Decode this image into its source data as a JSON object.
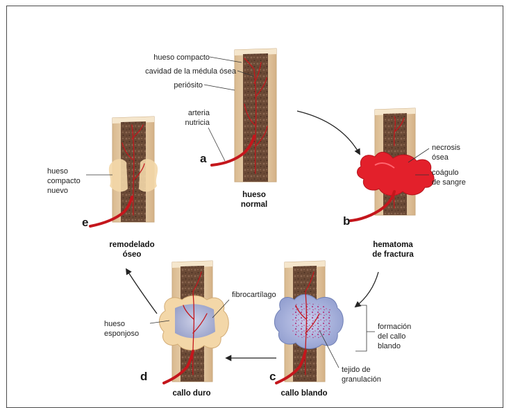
{
  "colors": {
    "bone_outer": "#e8cfa8",
    "bone_edge": "#c9a97f",
    "marrow": "#6b4a36",
    "vessel": "#c4161c",
    "hematoma": "#e3202b",
    "soft_callus": "#9aa6d3",
    "hard_callus": "#f3d7a8"
  },
  "stages": {
    "a": {
      "letter": "a",
      "caption_l1": "hueso",
      "caption_l2": "normal"
    },
    "b": {
      "letter": "b",
      "caption_l1": "hematoma",
      "caption_l2": "de fractura"
    },
    "c": {
      "letter": "c",
      "caption_l1": "callo blando"
    },
    "d": {
      "letter": "d",
      "caption_l1": "callo duro"
    },
    "e": {
      "letter": "e",
      "caption_l1": "remodelado",
      "caption_l2": "óseo"
    }
  },
  "labels": {
    "hueso_compacto": "hueso compacto",
    "cavidad_medula": "cavidad de la médula ósea",
    "periosito": "periósito",
    "arteria": "arteria",
    "nutricia": "nutricia",
    "necrosis": "necrosis",
    "osea": "ósea",
    "coagulo": "coágulo",
    "de_sangre": "de sangre",
    "hueso_cn_1": "hueso",
    "hueso_cn_2": "compacto",
    "hueso_cn_3": "nuevo",
    "fibrocartilago": "fibrocartílago",
    "hueso_esp_1": "hueso",
    "hueso_esp_2": "esponjoso",
    "formacion_1": "formación",
    "formacion_2": "del callo",
    "formacion_3": "blando",
    "tejido_1": "tejido de",
    "tejido_2": "granulación"
  }
}
